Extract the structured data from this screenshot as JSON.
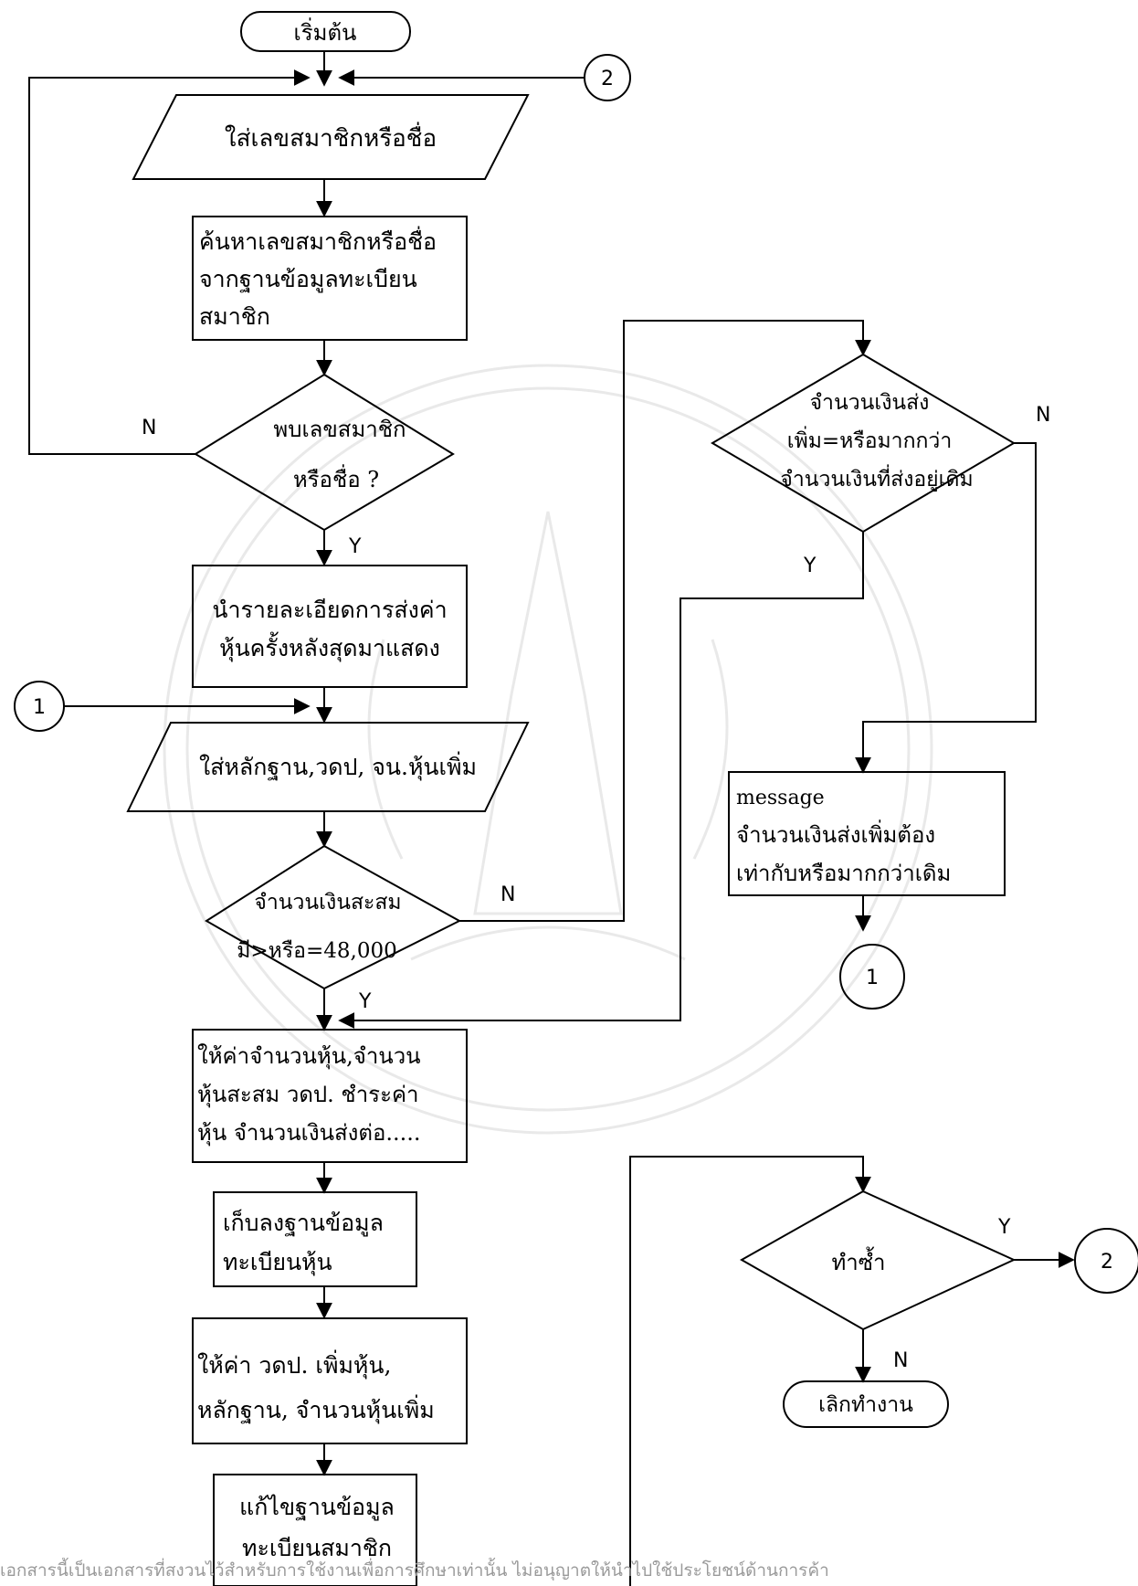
{
  "nodes": {
    "start": "เริ่มต้น",
    "input_member": "ใส่เลขสมาชิกหรือชื่อ",
    "search_lines": [
      "ค้นหาเลขสมาชิกหรือชื่อ",
      "จากฐานข้อมูลทะเบียน",
      "สมาชิก"
    ],
    "found_lines": [
      "พบเลขสมาชิก",
      "หรือชื่อ ?"
    ],
    "show_detail_lines": [
      "นำรายละเอียดการส่งค่า",
      "หุ้นครั้งหลังสุดมาแสดง"
    ],
    "input_evidence": "ใส่หลักฐาน,วดป, จน.หุ้นเพิ่ม",
    "accum_lines": [
      "จำนวนเงินสะสม",
      "มี>หรือ=48,000"
    ],
    "assign_lines": [
      "ให้ค่าจำนวนหุ้น,จำนวน",
      "หุ้นสะสม วดป. ชำระค่า",
      "หุ้น จำนวนเงินส่งต่อ....."
    ],
    "store_lines": [
      "เก็บลงฐานข้อมูล",
      "ทะเบียนหุ้น"
    ],
    "assign2_lines": [
      "ให้ค่า วดป. เพิ่มหุ้น,",
      "หลักฐาน, จำนวนหุ้นเพิ่ม"
    ],
    "edit_lines": [
      "แก้ไขฐานข้อมูล",
      "ทะเบียนสมาชิก"
    ],
    "compare_lines": [
      "จำนวนเงินส่ง",
      "เพิ่ม=หรือมากกว่า",
      "จำนวนเงินที่ส่งอยู่เดิม"
    ],
    "message_lines": [
      "message",
      "จำนวนเงินส่งเพิ่มต้อง",
      "เท่ากับหรือมากกว่าเดิม"
    ],
    "repeat": "ทำซ้ำ",
    "end": "เลิกทำงาน"
  },
  "connectors": {
    "c1": "1",
    "c2": "2"
  },
  "labels": {
    "yes": "Y",
    "no": "N"
  },
  "footer": "เอกสารนี้เป็นเอกสารที่สงวนไว้สำหรับการใช้งานเพื่อการศึกษาเท่านั้น ไม่อนุญาตให้นำไปใช้ประโยชน์ด้านการค้า"
}
